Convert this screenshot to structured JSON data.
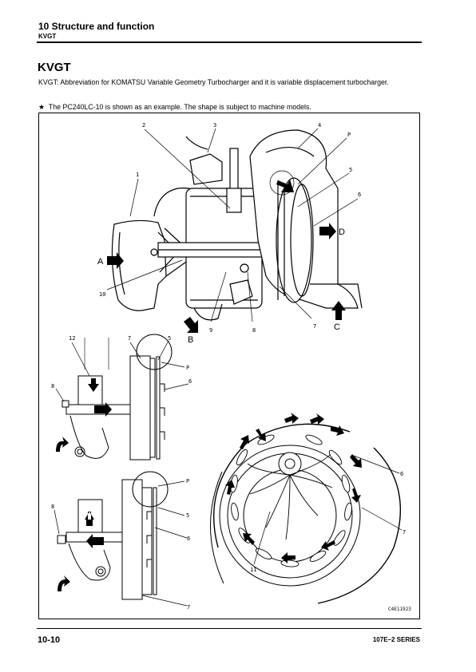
{
  "header": {
    "section": "10 Structure and function",
    "subsection": "KVGT"
  },
  "main": {
    "title": "KVGT",
    "body": "KVGT: Abbreviation for KOMATSU Variable Geometry Turbocharger and it is variable displacement turbocharger.",
    "note_symbol": "★",
    "note": "The PC240LC-10 is shown as an example. The shape is subject to machine models."
  },
  "figure": {
    "code": "C4E11923",
    "callouts_top": [
      "1",
      "2",
      "3",
      "4",
      "P",
      "5",
      "6",
      "7",
      "8",
      "9",
      "10"
    ],
    "arrow_labels": [
      "A",
      "B",
      "C",
      "D"
    ],
    "callouts_left_upper": [
      "12",
      "7",
      "5",
      "P",
      "6",
      "8"
    ],
    "callouts_left_lower": [
      "8",
      "P",
      "5",
      "6",
      "7"
    ],
    "callouts_right": [
      "6",
      "7",
      "11"
    ]
  },
  "footer": {
    "page": "10-10",
    "series": "107E–2 SERIES"
  }
}
